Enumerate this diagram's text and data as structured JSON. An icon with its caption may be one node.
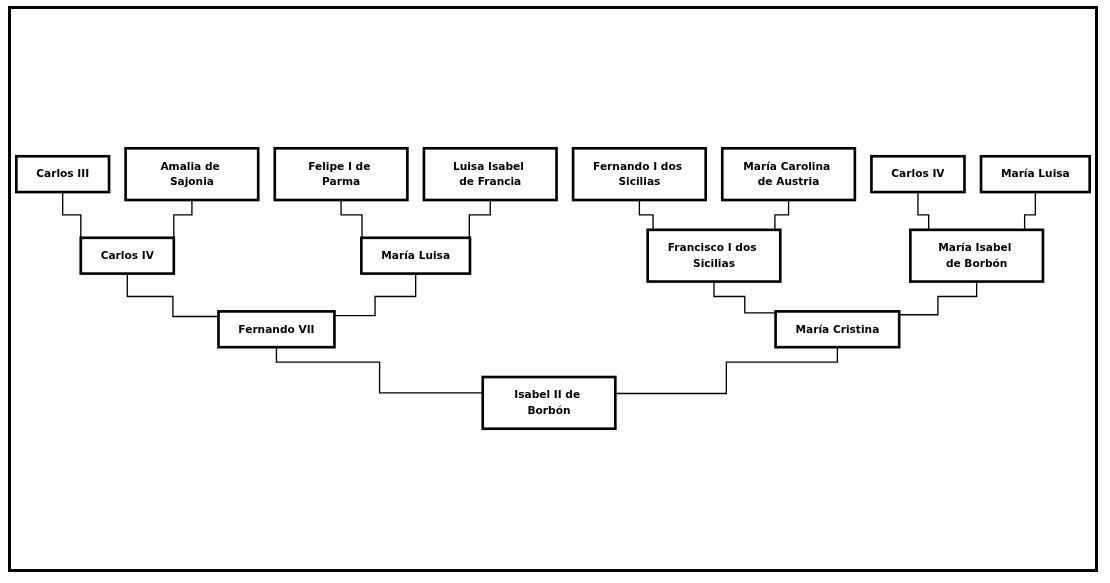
{
  "diagram": {
    "nodes": [
      {
        "text": [
          "Carlos III"
        ]
      },
      {
        "text": [
          "Amalia de Sajonia"
        ]
      },
      {
        "text": [
          "Felipe I de Parma"
        ]
      },
      {
        "text": [
          "Luisa Isabel de Francia"
        ]
      },
      {
        "text": [
          "Fernando I dos Sicilias"
        ]
      },
      {
        "text": [
          "María Carolina de Austria"
        ]
      },
      {
        "text": [
          "Carlos IV"
        ]
      },
      {
        "text": [
          "María Luisa"
        ]
      },
      {
        "text": [
          "Carlos IV"
        ]
      },
      {
        "text": [
          "María Luisa"
        ]
      },
      {
        "text": [
          "Francisco I dos Sicilias"
        ]
      },
      {
        "text": [
          "María Isabel de Borbón"
        ]
      },
      {
        "text": [
          "Fernando VII"
        ]
      },
      {
        "text": [
          "María Cristina"
        ]
      },
      {
        "text": [
          "Isabel II de Borbón"
        ]
      }
    ],
    "edges": [
      {
        "from": 0,
        "to": 8,
        "arrow": "none"
      },
      {
        "from": 1,
        "to": 8,
        "arrow": "none"
      },
      {
        "from": 2,
        "to": 9,
        "arrow": "none"
      },
      {
        "from": 3,
        "to": 9,
        "arrow": "none"
      },
      {
        "from": 4,
        "to": 10,
        "arrow": "none"
      },
      {
        "from": 5,
        "to": 10,
        "arrow": "none"
      },
      {
        "from": 6,
        "to": 11,
        "arrow": "none"
      },
      {
        "from": 7,
        "to": 11,
        "arrow": "none"
      },
      {
        "from": 8,
        "to": 12,
        "arrow": "none"
      },
      {
        "from": 9,
        "to": 12,
        "arrow": "none"
      },
      {
        "from": 10,
        "to": 13,
        "arrow": "none"
      },
      {
        "from": 11,
        "to": 13,
        "arrow": "none"
      },
      {
        "from": 12,
        "to": 14,
        "arrow": "none"
      },
      {
        "from": 13,
        "to": 14,
        "arrow": "none"
      }
    ]
  }
}
